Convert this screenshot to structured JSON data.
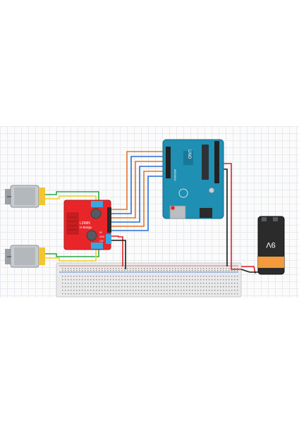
{
  "driver": {
    "line1": "L298N",
    "line2": "H-Bridge",
    "pin_labels": [
      "5V",
      "GND",
      "12V"
    ]
  },
  "arduino": {
    "brand": "UNO",
    "logo_text": "ARDUINO"
  },
  "battery": {
    "voltage_label": "9V"
  },
  "colors": {
    "driver_board": "#e8262a",
    "arduino_board": "#1f8fb3",
    "battery_body": "#2b2b2b",
    "battery_band": "#f29a3c",
    "wire_orange": "#e8742a",
    "wire_blue": "#2a6fd6",
    "wire_yellow": "#f1d21b",
    "wire_green": "#29a84a",
    "wire_red": "#d92323",
    "wire_black": "#1a1a1a"
  }
}
